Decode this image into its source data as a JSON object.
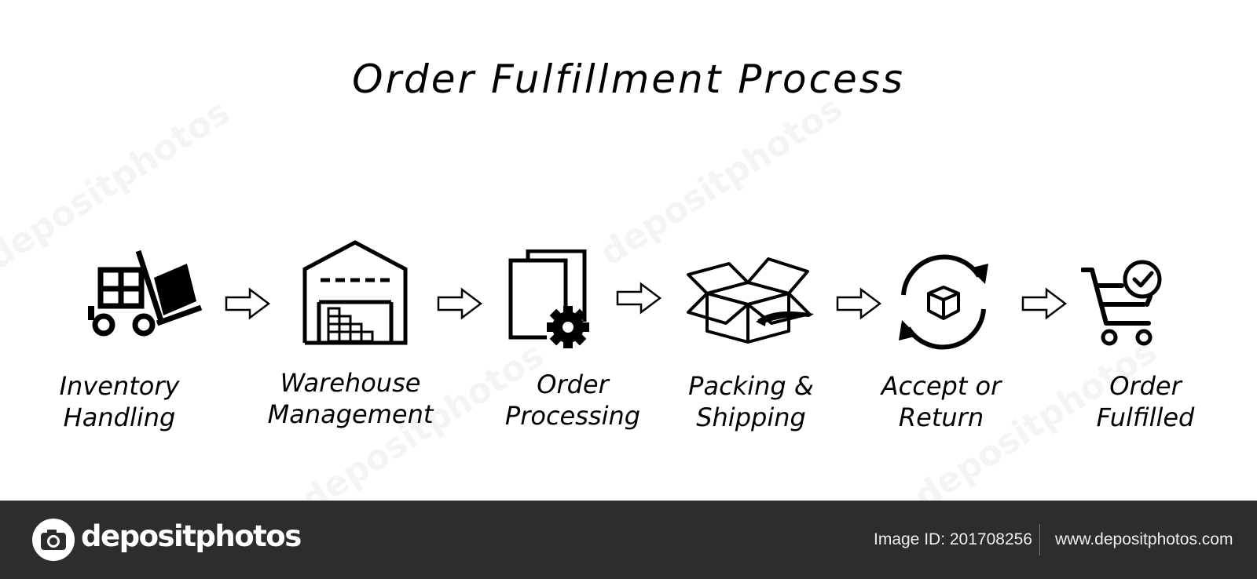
{
  "title": "Order Fulfillment Process",
  "steps": [
    {
      "line1": "Inventory",
      "line2": "Handling",
      "icon": "forklift-icon"
    },
    {
      "line1": "Warehouse",
      "line2": "Management",
      "icon": "warehouse-icon"
    },
    {
      "line1": "Order",
      "line2": "Processing",
      "icon": "document-gear-icon"
    },
    {
      "line1": "Packing &",
      "line2": "Shipping",
      "icon": "open-box-icon"
    },
    {
      "line1": "Accept or",
      "line2": "Return",
      "icon": "return-cycle-icon"
    },
    {
      "line1": "Order",
      "line2": "Fulfilled",
      "icon": "cart-check-icon"
    }
  ],
  "footer": {
    "brand": "depositphotos",
    "image_id": "Image ID: 201708256",
    "url": "www.depositphotos.com"
  }
}
